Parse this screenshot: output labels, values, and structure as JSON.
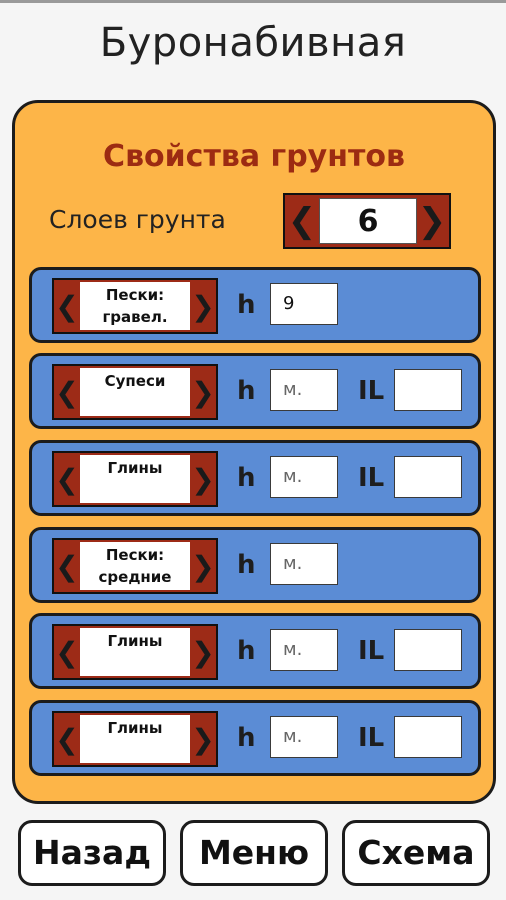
{
  "app_title": "Буронабивная",
  "panel": {
    "title": "Свойства грунтов",
    "layers_label": "Слоев грунта",
    "layers_count": "6"
  },
  "layers": [
    {
      "soil": "Пески:\nгравел.",
      "h_label": "h",
      "h_value": "9",
      "has_il": false
    },
    {
      "soil": "Супеси",
      "h_label": "h",
      "h_placeholder": "м.",
      "il_label": "IL",
      "il_value": "",
      "has_il": true
    },
    {
      "soil": "Глины",
      "h_label": "h",
      "h_placeholder": "м.",
      "il_label": "IL",
      "il_value": "",
      "has_il": true
    },
    {
      "soil": "Пески:\nсредние",
      "h_label": "h",
      "h_placeholder": "м.",
      "has_il": false
    },
    {
      "soil": "Глины",
      "h_label": "h",
      "h_placeholder": "м.",
      "il_label": "IL",
      "il_value": "",
      "has_il": true
    },
    {
      "soil": "Глины",
      "h_label": "h",
      "h_placeholder": "м.",
      "il_label": "IL",
      "il_value": "",
      "has_il": true
    }
  ],
  "buttons": {
    "back": "Назад",
    "menu": "Меню",
    "scheme": "Схема"
  },
  "icons": {
    "prev": "chevron-left-icon",
    "next": "chevron-right-icon"
  },
  "colors": {
    "panel_bg": "#fdb548",
    "row_bg": "#5b8cd5",
    "stepper_bg": "#9d2b17",
    "title_color": "#9c2b12"
  }
}
